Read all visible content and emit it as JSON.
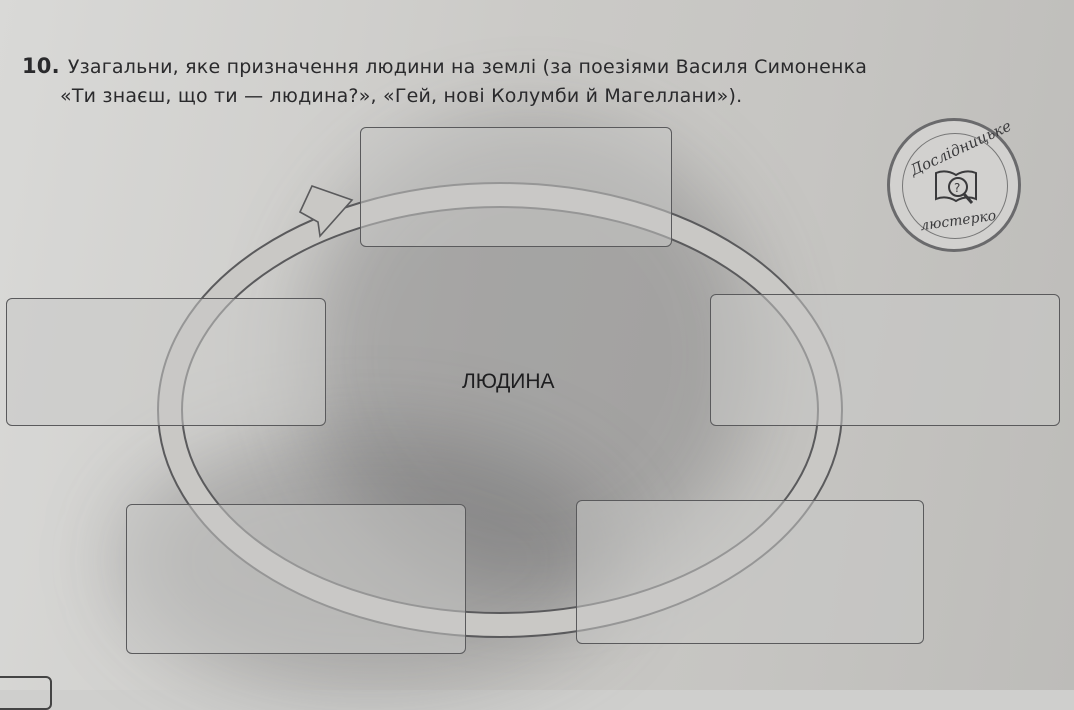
{
  "task": {
    "number": "10.",
    "line1": "Узагальни, яке призначення людини на землі (за поезіями Василя Симоненка",
    "line2": "«Ти знаєш, що ти — людина?», «Гей, нові Колумби й Магеллани»)."
  },
  "diagram": {
    "center_label": "ЛЮДИНА",
    "boxes": [
      "",
      "",
      "",
      "",
      ""
    ]
  },
  "seal": {
    "top_text": "Дослідницьке",
    "bottom_text": "люстерко",
    "icon": "magnifier-book-icon"
  },
  "colors": {
    "paper": "#d0cfcc",
    "ink": "#2a2a2c",
    "box_border": "#5a5a5c"
  }
}
